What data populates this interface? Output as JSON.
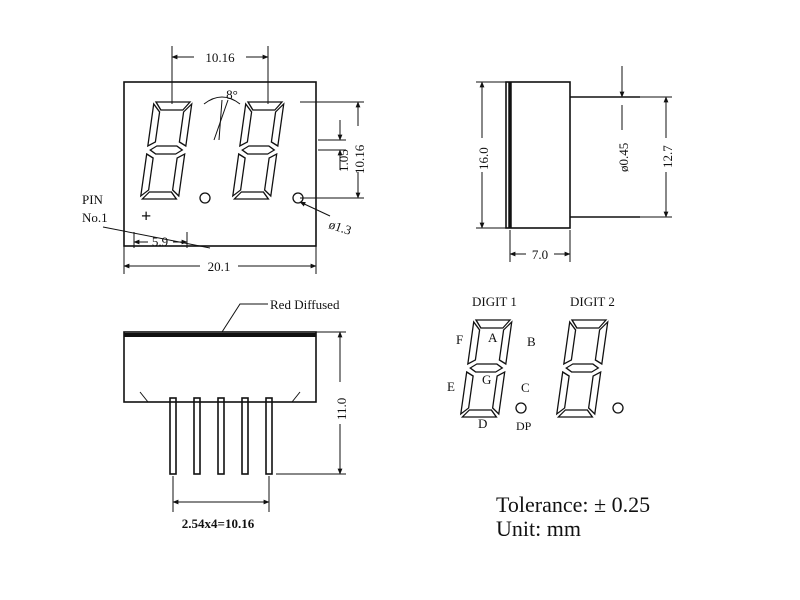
{
  "front_view": {
    "dim_digit_pitch": "10.16",
    "dim_slant": "8°",
    "dim_segment_height": "1.05",
    "dim_digit_height": "10.16",
    "dim_dp_diameter": "ø1.3",
    "dim_pin_offset": "5.9",
    "dim_total_width": "20.1",
    "pin_label_line1": "PIN",
    "pin_label_line2": "No.1",
    "pin_marker": "+"
  },
  "side_view": {
    "dim_body_height": "16.0",
    "dim_pin_diameter": "ø0.45",
    "dim_pin_span": "12.7",
    "dim_depth": "7.0"
  },
  "bottom_view": {
    "lens_label": "Red Diffused",
    "dim_height": "11.0",
    "dim_pin_pitch": "2.54x4=10.16"
  },
  "segment_map": {
    "digit1_label": "DIGIT 1",
    "digit2_label": "DIGIT 2",
    "segments": {
      "a": "A",
      "b": "B",
      "c": "C",
      "d": "D",
      "e": "E",
      "f": "F",
      "g": "G",
      "dp": "DP"
    }
  },
  "notes": {
    "tolerance": "Tolerance: ± 0.25",
    "unit": "Unit: mm"
  }
}
